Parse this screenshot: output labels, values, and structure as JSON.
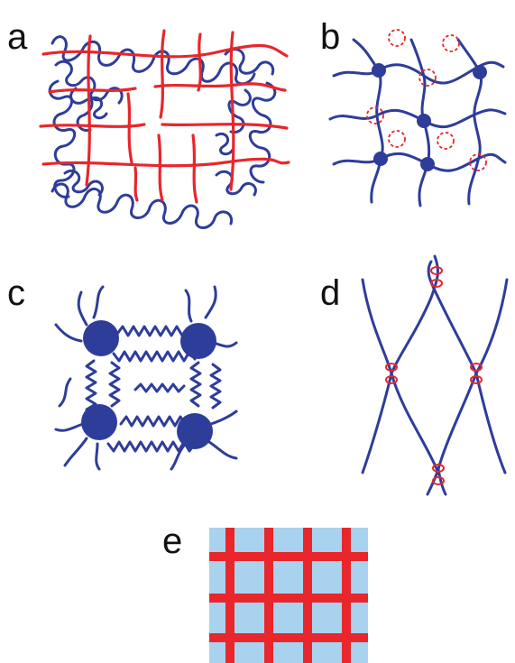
{
  "panels": [
    {
      "id": "a",
      "label": "a"
    },
    {
      "id": "b",
      "label": "b"
    },
    {
      "id": "c",
      "label": "c"
    },
    {
      "id": "d",
      "label": "d"
    },
    {
      "id": "e",
      "label": "e"
    }
  ],
  "colors": {
    "polymer_blue": "#2e3d9a",
    "crosslink_red": "#e8262c",
    "grid_fill": "#a9d2ee",
    "label_black": "#111111"
  }
}
